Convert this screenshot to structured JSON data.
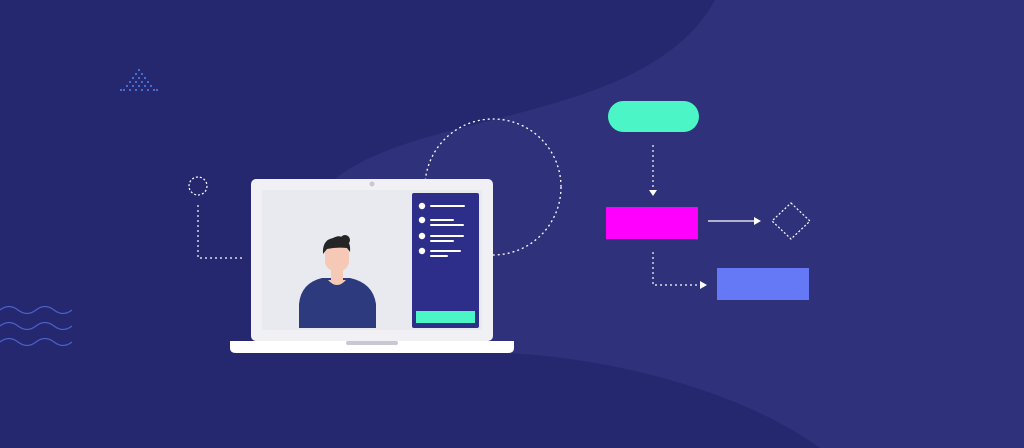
{
  "colors": {
    "background_dark": "#25276f",
    "background_light": "#2f317a",
    "laptop_body": "#f1f1f5",
    "screen_area": "#e9e9f0",
    "panel": "#2c2e8a",
    "accent_mint": "#4cf5c5",
    "accent_magenta": "#ff00ff",
    "accent_blue": "#6579f6",
    "line_white": "#ffffff",
    "person_shirt": "#2e3a7e",
    "person_skin": "#f5c9b6",
    "person_hair": "#252525"
  },
  "illustration": {
    "panel_items": 4,
    "flowchart": {
      "nodes": [
        "start-pill",
        "process-box",
        "decision-diamond",
        "output-box"
      ]
    },
    "decorations": [
      "dotted-triangle",
      "wavy-lines",
      "small-circle",
      "dotted-circle",
      "connector-lines"
    ]
  }
}
